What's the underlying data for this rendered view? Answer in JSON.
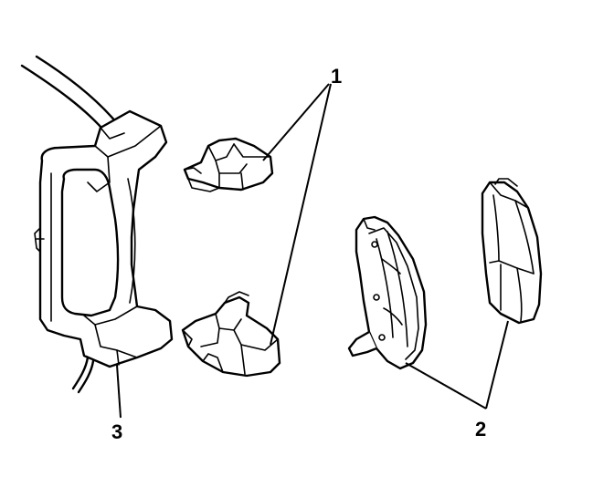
{
  "callouts": {
    "abutment_clips": "1",
    "brake_pads": "2",
    "caliper_bracket": "3"
  }
}
